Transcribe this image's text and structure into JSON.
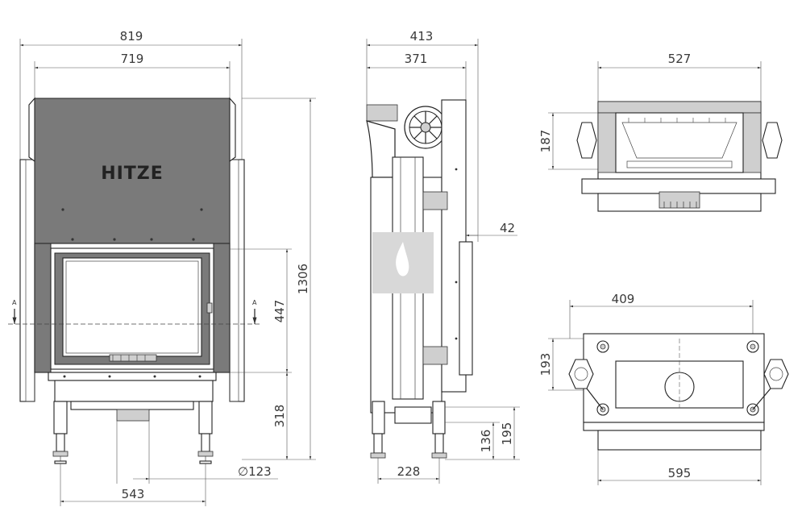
{
  "brand": "HITZE",
  "front_view": {
    "width_overall": "819",
    "width_body": "719",
    "height_overall": "1306",
    "door_height": "447",
    "base_height": "318",
    "flue_diameter": "∅123",
    "leg_spacing": "543",
    "section_mark_left": "A",
    "section_mark_right": "A"
  },
  "side_view": {
    "depth_overall": "413",
    "depth_body": "371",
    "frame_offset": "42",
    "height_195": "195",
    "height_136": "136",
    "leg_depth": "228"
  },
  "top_view": {
    "width": "527",
    "depth": "187"
  },
  "bottom_view": {
    "width": "409",
    "depth": "193",
    "base_width": "595"
  },
  "colors": {
    "line": "#222222",
    "body_fill": "#7a7a7a",
    "panel_fill": "#cfcfcf",
    "watermark": "#d8d8d8"
  }
}
